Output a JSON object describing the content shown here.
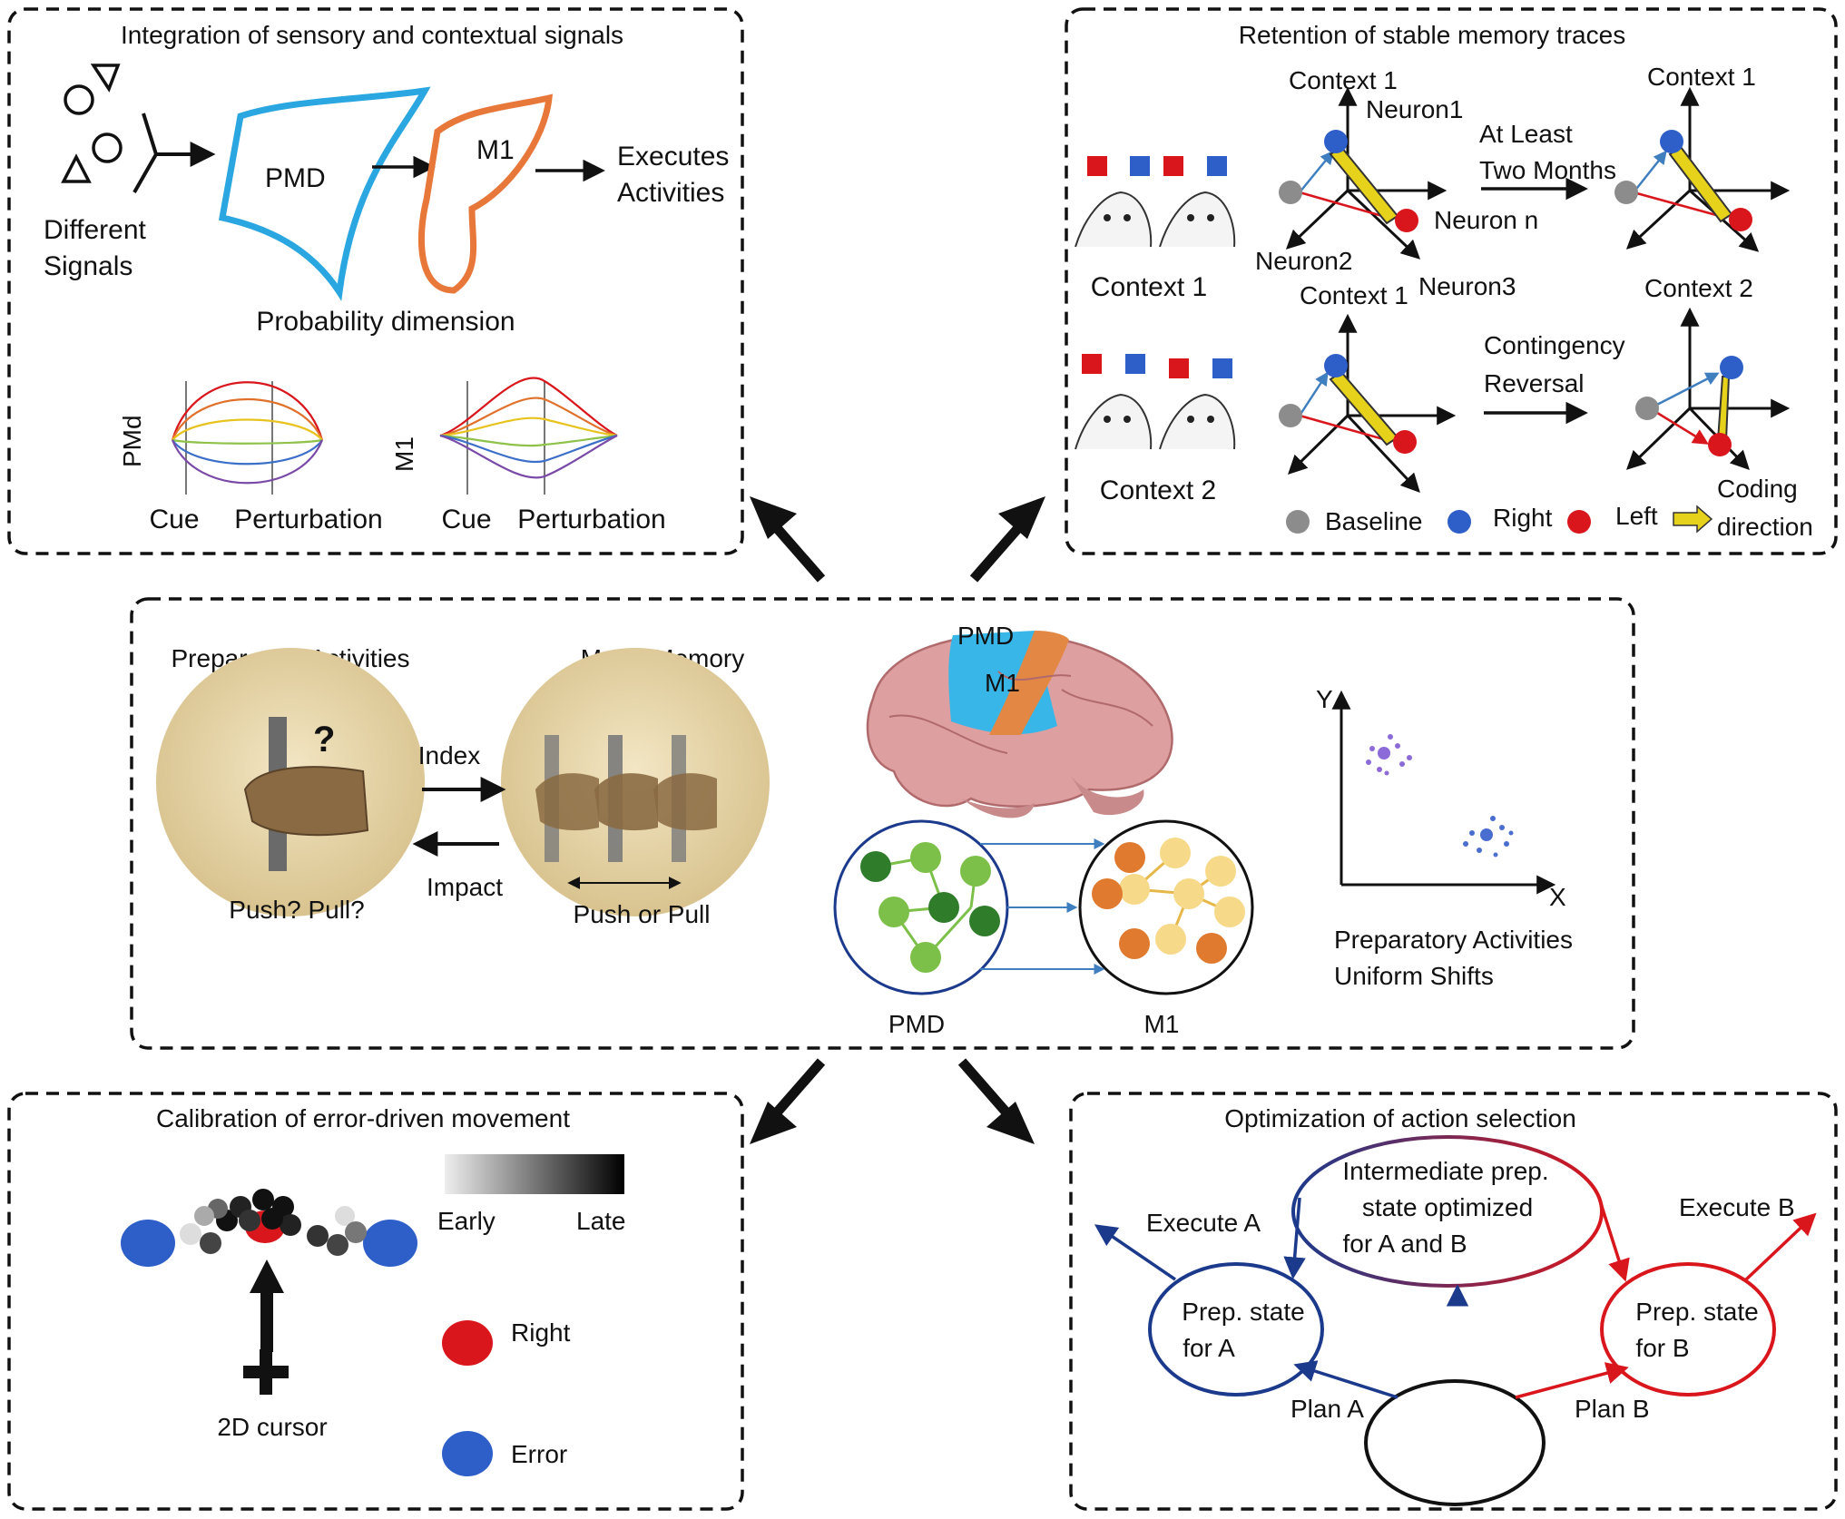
{
  "panels": {
    "integration": {
      "title": "Integration of sensory and contextual signals",
      "signals_label_1": "Different",
      "signals_label_2": "Signals",
      "pmd": "PMD",
      "m1": "M1",
      "executes_1": "Executes",
      "executes_2": "Activities",
      "probability": "Probability dimension",
      "pmd_plot_label": "PMd",
      "m1_plot_label": "M1",
      "cue": "Cue",
      "perturbation": "Perturbation"
    },
    "retention": {
      "title": "Retention of stable memory traces",
      "context1": "Context 1",
      "context2": "Context 2",
      "neuron1": "Neuron1",
      "neuronn": "Neuron n",
      "neuron2": "Neuron2",
      "neuron3": "Neuron3",
      "at_least": "At Least",
      "two_months": "Two Months",
      "contingency": "Contingency",
      "reversal": "Reversal",
      "legend_baseline": "Baseline",
      "legend_right": "Right",
      "legend_left": "Left",
      "legend_coding_1": "Coding",
      "legend_coding_2": "direction"
    },
    "center": {
      "preparatory": "Preparatory Activities",
      "motor_memory": "Motor Memory",
      "index": "Index",
      "impact": "Impact",
      "push_pull_q": "Push?  Pull?",
      "push_or_pull": "Push or Pull",
      "question": "?",
      "brain_pmd": "PMD",
      "brain_m1": "M1",
      "net_pmd": "PMD",
      "net_m1": "M1",
      "axis_y": "Y",
      "axis_x": "X",
      "shift_1": "Preparatory Activities",
      "shift_2": "Uniform Shifts"
    },
    "calibration": {
      "title": "Calibration of error-driven movement",
      "early": "Early",
      "late": "Late",
      "right": "Right",
      "error": "Error",
      "cursor": "2D cursor"
    },
    "optimization": {
      "title": "Optimization of action selection",
      "intermediate_1": "Intermediate prep.",
      "intermediate_2": "state optimized",
      "intermediate_3": "for A and B",
      "execute_a": "Execute A",
      "execute_b": "Execute B",
      "prep_a_1": "Prep. state",
      "prep_a_2": "for A",
      "prep_b_1": "Prep. state",
      "prep_b_2": "for B",
      "plan_a": "Plan  A",
      "plan_b": "Plan  B"
    }
  },
  "colors": {
    "pmd_blue": "#2aa6e0",
    "m1_orange": "#e8773a",
    "red": "#d9161c",
    "blue": "#2e5fc8",
    "gray": "#8c8c8c",
    "yellow": "#e6d21a",
    "navy": "#1b3a8c"
  }
}
